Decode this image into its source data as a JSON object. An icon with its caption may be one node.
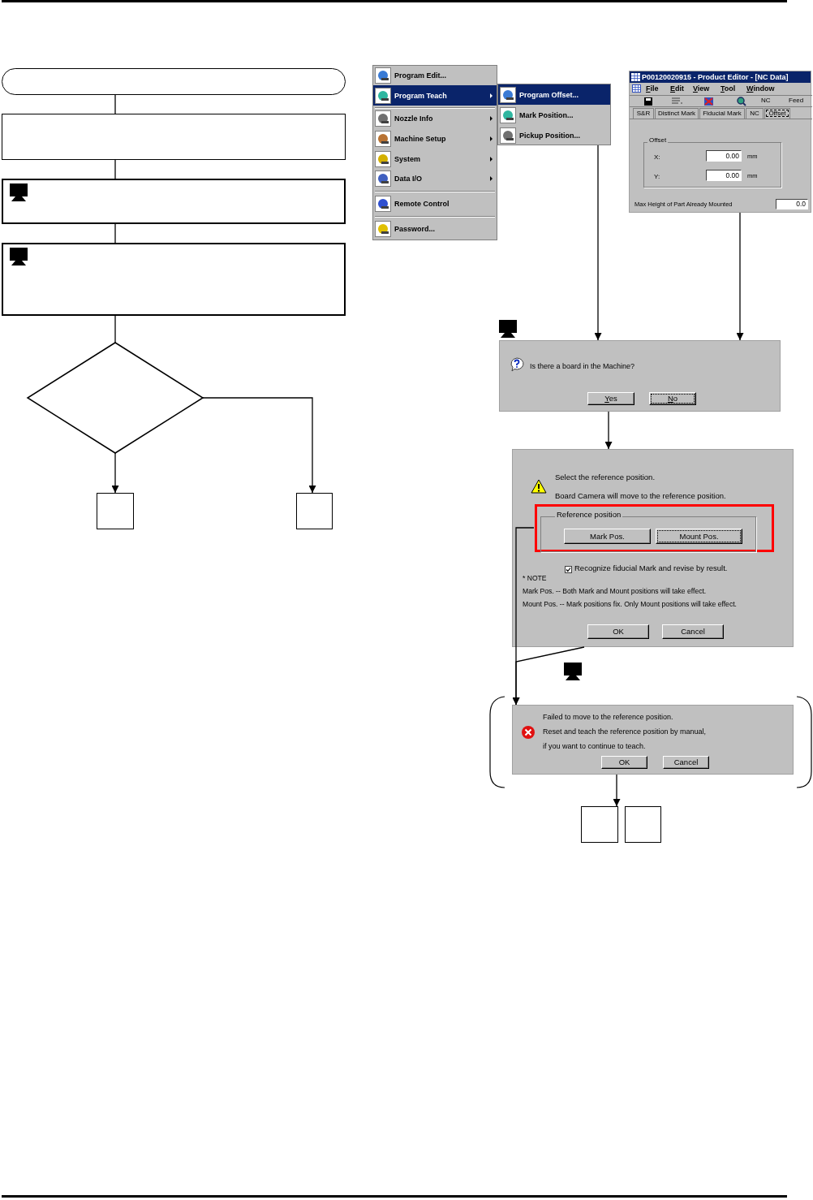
{
  "diagram": {
    "nodes": [
      {
        "text": [],
        "shape": "terminal"
      },
      {
        "text": [],
        "shape": "box"
      },
      {
        "text": [],
        "shape": "box"
      },
      {
        "text": [],
        "shape": "box"
      },
      {
        "text": [],
        "shape": "diamond"
      },
      {
        "text": [],
        "shape": "box"
      },
      {
        "text": [],
        "shape": "box"
      },
      {
        "text": [
          "Program Edit...",
          "Program Teach",
          "Nozzle Info",
          "Machine Setup",
          "System",
          "Data I/O",
          "Remote Control",
          "Password..."
        ]
      },
      {
        "text": [
          "Program Offset...",
          "Mark Position...",
          "Pickup Position..."
        ]
      },
      {
        "text": [
          "P00120020915 - Product Editor - [NC Data]",
          "File",
          "Edit",
          "View",
          "Tool",
          "Window",
          "NC",
          "Feed",
          "S&R",
          "Distinct Mark",
          "Fiducial Mark",
          "NC",
          "Offset",
          "Offset",
          "X:",
          "0.00",
          "mm",
          "Y:",
          "0.00",
          "mm",
          "Max Height of Part Already Mounted",
          "0.0"
        ]
      },
      {
        "text": [
          "Is there a board in the Machine?",
          "Yes",
          "No"
        ]
      },
      {
        "text": [
          "Select the reference position.",
          "Board Camera will move to the reference position.",
          "Recognize fiducial Mark and revise by result.",
          "* NOTE",
          "Mark Pos. -- Both Mark and Mount positions will take effect.",
          "Mount Pos. -- Mark positions fix. Only Mount positions will take effect.",
          "OK",
          "Cancel"
        ]
      },
      {
        "text": [
          "Reference position",
          "Mark Pos.",
          "Mount Pos."
        ],
        "in": 11
      },
      {
        "text": [
          "Failed to move to the reference position.",
          "Reset and teach the reference position by manual,",
          "if you want to continue to teach.",
          "OK",
          "Cancel"
        ]
      },
      {
        "text": [],
        "shape": "box"
      },
      {
        "text": [],
        "shape": "box"
      }
    ],
    "edges": [
      {
        "from": 0,
        "to": 1,
        "arrow": "none"
      },
      {
        "from": 1,
        "to": 2,
        "arrow": "none"
      },
      {
        "from": 2,
        "to": 3,
        "arrow": "none"
      },
      {
        "from": 3,
        "to": 4,
        "arrow": "none"
      },
      {
        "from": 4,
        "to": 5,
        "arrow": "to"
      },
      {
        "from": 4,
        "to": 6,
        "arrow": "to"
      },
      {
        "from": 8,
        "to": 10,
        "arrow": "to"
      },
      {
        "from": 9,
        "to": 10,
        "arrow": "to"
      },
      {
        "from": 10,
        "to": 11,
        "arrow": "to"
      },
      {
        "from": 12,
        "to": 13,
        "arrow": "to"
      },
      {
        "from": 11,
        "to": 13,
        "arrow": "to"
      },
      {
        "from": 13,
        "to": 14,
        "arrow": "to"
      }
    ]
  }
}
